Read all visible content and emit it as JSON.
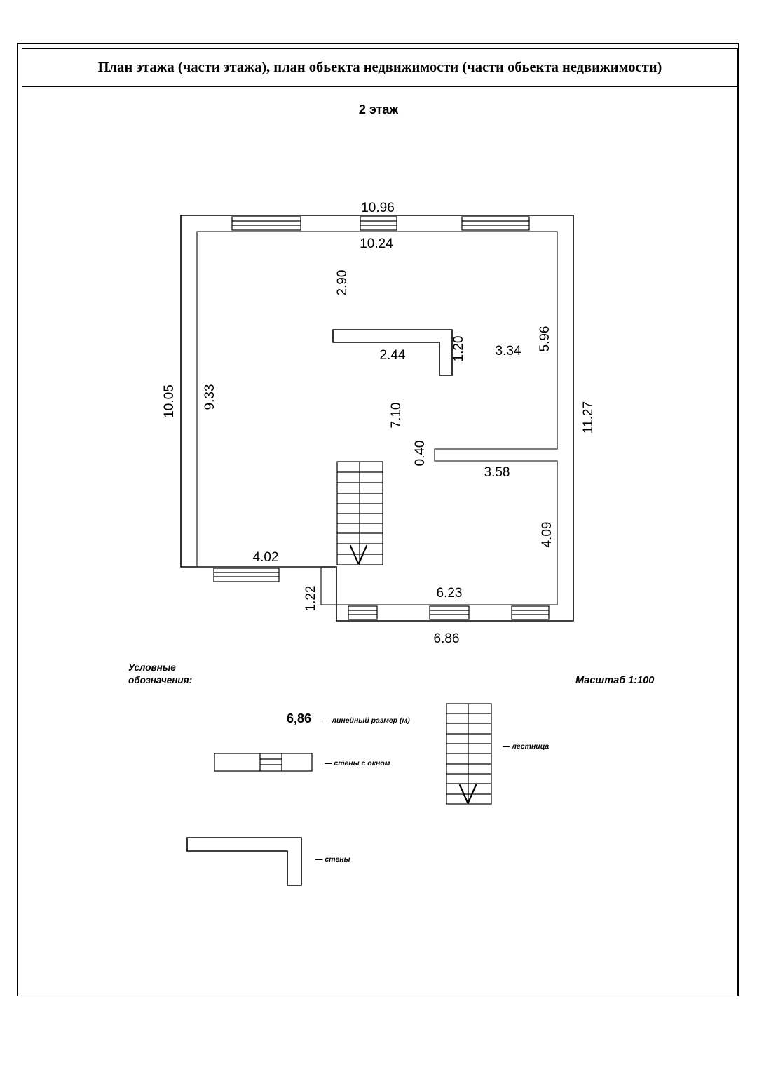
{
  "document": {
    "title": "План этажа (части этажа), план обьекта недвижимости (части обьекта недвижимости)",
    "floor_label": "2 этаж"
  },
  "plan": {
    "dimensions": {
      "top_outer": "10.96",
      "top_inner": "10.24",
      "left_outer": "10.05",
      "left_inner": "9.33",
      "right_inner": "5.96",
      "right_outer": "11.27",
      "inner_vertical_2_90": "2.90",
      "inner_wall_2_44": "2.44",
      "inner_wall_1_20": "1.20",
      "room_right_3_34": "3.34",
      "mid_vertical_7_10": "7.10",
      "partition_0_40": "0.40",
      "partition_3_58": "3.58",
      "lower_right_4_09": "4.09",
      "lower_left_4_02": "4.02",
      "notch_1_22": "1.22",
      "bottom_inner_6_23": "6.23",
      "bottom_outer_6_86": "6.86"
    }
  },
  "legend": {
    "heading_line1": "Условные",
    "heading_line2": "обозначения:",
    "scale": "Масштаб 1:100",
    "items": [
      {
        "sample": "6,86",
        "label": "— линейный размер (м)"
      },
      {
        "sample": "window-wall-symbol",
        "label": "— стены с окном"
      },
      {
        "sample": "stair-symbol",
        "label": "— лестница"
      },
      {
        "sample": "wall-symbol",
        "label": "— стены"
      }
    ]
  }
}
